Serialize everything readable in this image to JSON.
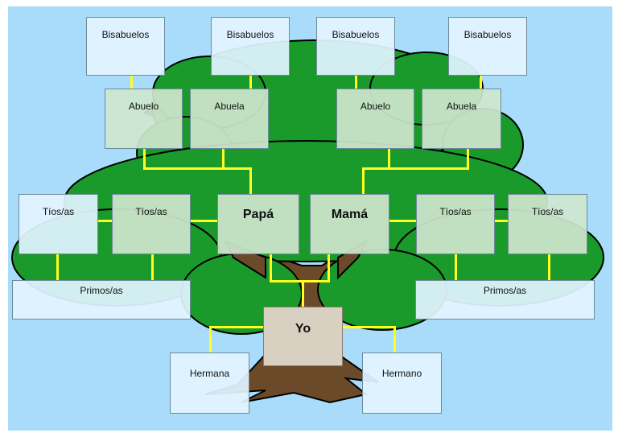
{
  "colors": {
    "sky": "#a9dcfa",
    "foliage": "#1a9a2a",
    "trunk": "#6b4a2a",
    "connector": "#ffff22"
  },
  "great_grandparents": [
    "Bisabuelos",
    "Bisabuelos",
    "Bisabuelos",
    "Bisabuelos"
  ],
  "grandparents": [
    "Abuelo",
    "Abuela",
    "Abuelo",
    "Abuela"
  ],
  "parents": {
    "father": "Papá",
    "mother": "Mamá"
  },
  "uncles_aunts": [
    "Tíos/as",
    "Tíos/as",
    "Tíos/as",
    "Tíos/as"
  ],
  "cousins": [
    "Primos/as",
    "Primos/as"
  ],
  "self": "Yo",
  "siblings": [
    "Hermana",
    "Hermano"
  ]
}
